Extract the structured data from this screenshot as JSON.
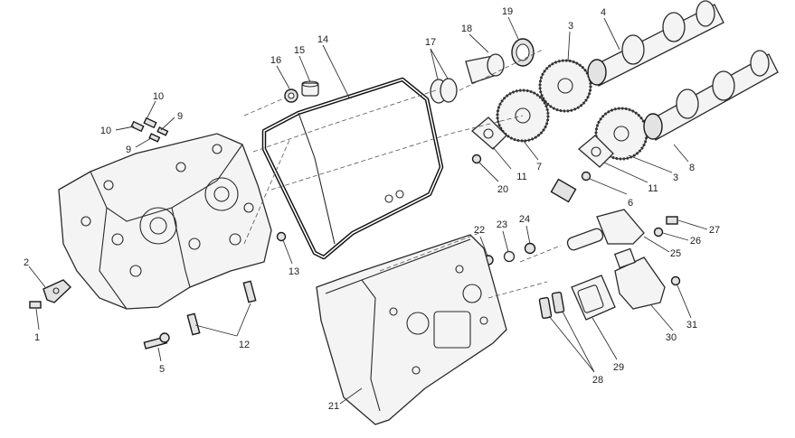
{
  "diagram": {
    "callouts": [
      "1",
      "2",
      "3",
      "3",
      "4",
      "5",
      "6",
      "7",
      "8",
      "9",
      "9",
      "10",
      "10",
      "11",
      "11",
      "12",
      "13",
      "14",
      "15",
      "16",
      "17",
      "18",
      "19",
      "20",
      "21",
      "22",
      "23",
      "24",
      "25",
      "26",
      "27",
      "28",
      "29",
      "30",
      "31"
    ]
  }
}
